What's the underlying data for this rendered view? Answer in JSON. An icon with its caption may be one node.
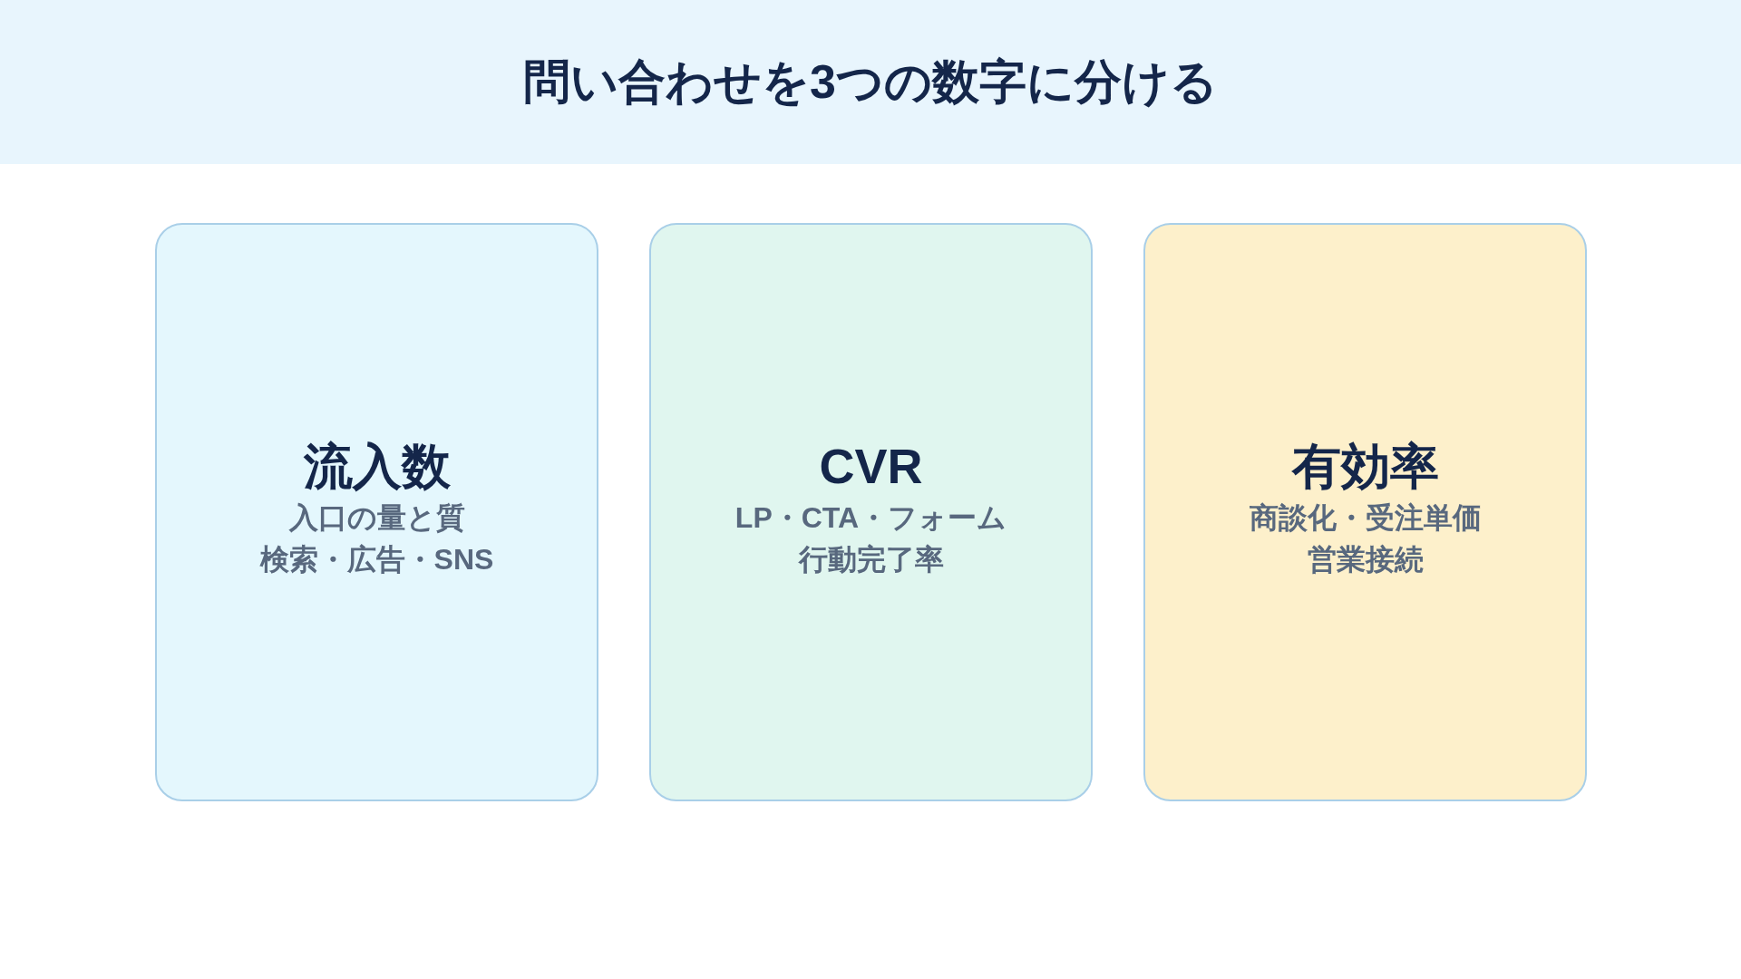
{
  "diagram": {
    "title": "問い合わせを3つの数字に分ける",
    "nodes": [
      {
        "text": [
          "流入数",
          "入口の量と質",
          "検索・広告・SNS"
        ]
      },
      {
        "text": [
          "CVR",
          "LP・CTA・フォーム",
          "行動完了率"
        ]
      },
      {
        "text": [
          "有効率",
          "商談化・受注単価",
          "営業接続"
        ]
      }
    ]
  }
}
